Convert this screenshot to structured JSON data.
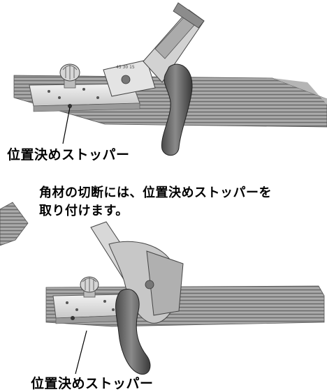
{
  "top_illustration": {
    "callout_label": "位置決めストッパー"
  },
  "instruction": {
    "line1": "角材の切断には、位置決めストッパーを",
    "line2": "取り付けます。"
  },
  "bottom_illustration": {
    "callout_label": "位置決めストッパー"
  }
}
